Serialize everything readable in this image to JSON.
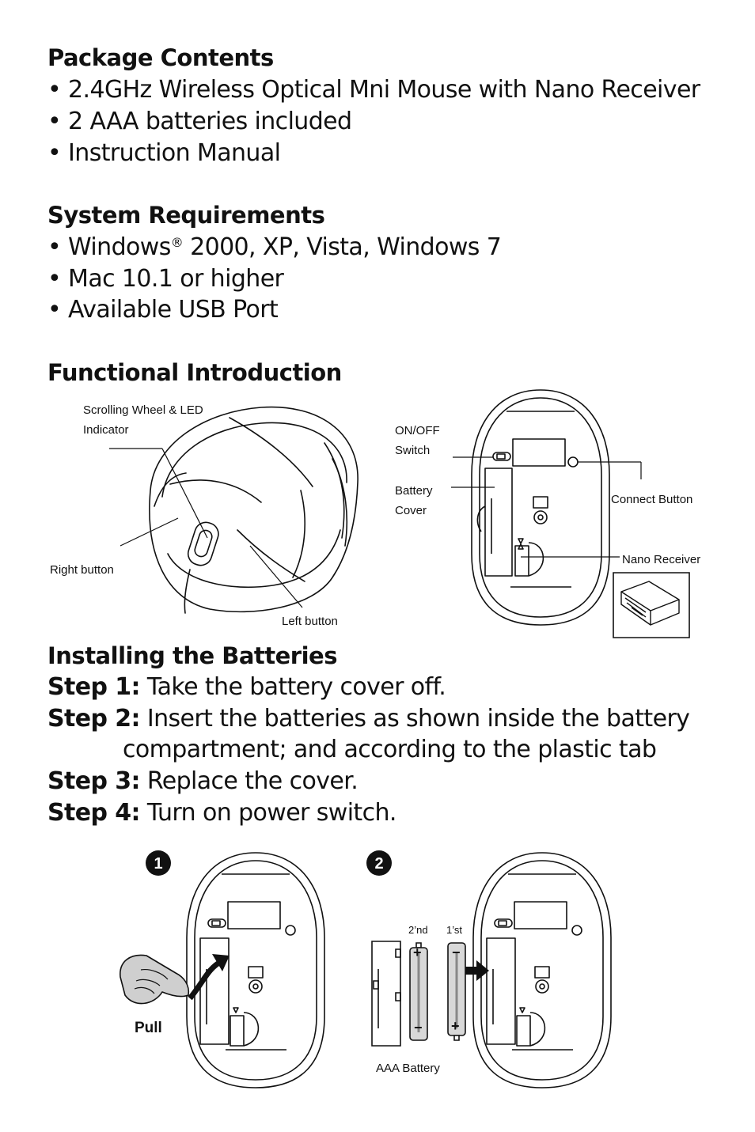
{
  "package": {
    "title": "Package Contents",
    "items": [
      "• 2.4GHz Wireless Optical Mni Mouse with Nano Receiver",
      "• 2 AAA batteries included",
      "• Instruction Manual"
    ]
  },
  "system": {
    "title": "System Requirements",
    "windows_prefix": "• Windows",
    "windows_reg": "®",
    "windows_suffix": " 2000, XP, Vista, Windows 7",
    "items": [
      "• Mac 10.1 or higher",
      "• Available USB Port"
    ]
  },
  "functional": {
    "title": "Functional Introduction",
    "labels": {
      "wheel_line1": "Scrolling Wheel & LED",
      "wheel_line2": "Indicator",
      "right_button": "Right button",
      "left_button": "Left button",
      "onoff_line1": "ON/OFF",
      "onoff_line2": "Switch",
      "battery_line1": "Battery",
      "battery_line2": "Cover",
      "connect_button": "Connect Button",
      "nano_receiver": "Nano Receiver"
    }
  },
  "installing": {
    "title": "Installing the Batteries",
    "steps": [
      {
        "label": "Step 1:",
        "text": " Take the battery cover off."
      },
      {
        "label": "Step 2:",
        "text": " Insert the batteries as shown inside the battery",
        "continuation": "compartment; and according to the plastic tab"
      },
      {
        "label": "Step 3:",
        "text": " Replace the cover."
      },
      {
        "label": "Step 4:",
        "text": " Turn on power switch."
      }
    ],
    "figure": {
      "badge1": "1",
      "badge2": "2",
      "pull": "Pull",
      "second": "2’nd",
      "first": "1’st",
      "aaa_battery": "AAA Battery",
      "plus": "+",
      "minus": "−"
    }
  }
}
